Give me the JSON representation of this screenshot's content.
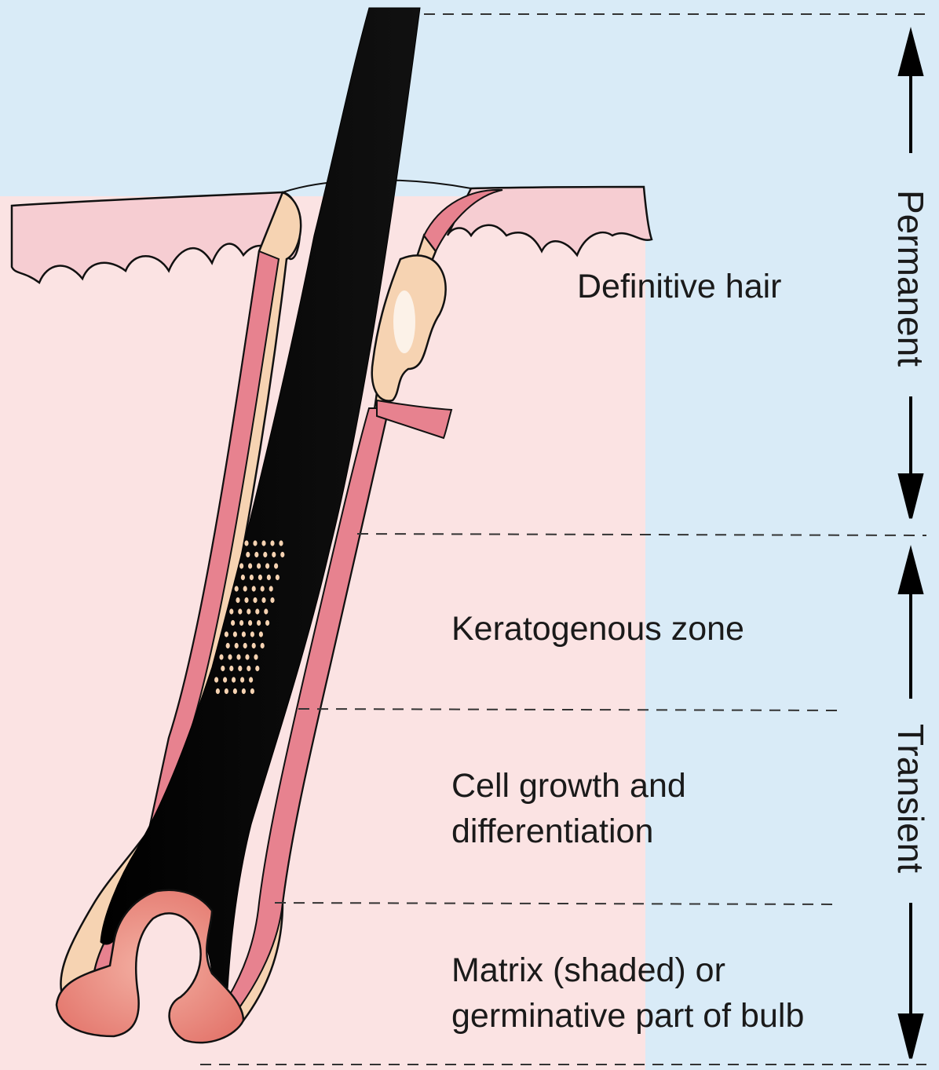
{
  "labels": {
    "definitive_hair": "Definitive hair",
    "keratogenous_zone": "Keratogenous zone",
    "cell_growth": "Cell growth and\ndifferentiation",
    "matrix": "Matrix (shaded) or\ngerminative part of bulb"
  },
  "sidebar": {
    "permanent": "Permanent",
    "transient": "Transient"
  },
  "colors": {
    "background": "#d9ebf7",
    "tissue": "#fbe3e3",
    "epidermis": "#f7c4cc",
    "sheath_dark": "#e7828f",
    "sheath_light": "#f6d3b2",
    "hair": "#000000",
    "papilla": "#ef9b8e"
  }
}
